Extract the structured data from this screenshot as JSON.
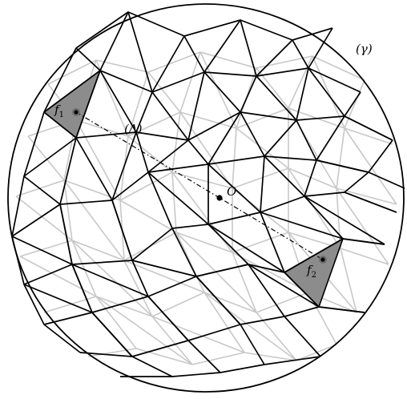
{
  "diagram": {
    "sphere_label": "(γ)",
    "axis_label": "(Δ)",
    "center_label": "O",
    "face1_label": "f",
    "face1_sub": "1",
    "face2_label": "f",
    "face2_sub": "2"
  },
  "colors": {
    "front_edges": "#000000",
    "back_edges": "#c8c8c8",
    "highlighted_face": "#8c8c8c",
    "background": "#ffffff"
  },
  "icons": {
    "center_point": "filled-dot",
    "face_points": "filled-dot-with-ring"
  }
}
